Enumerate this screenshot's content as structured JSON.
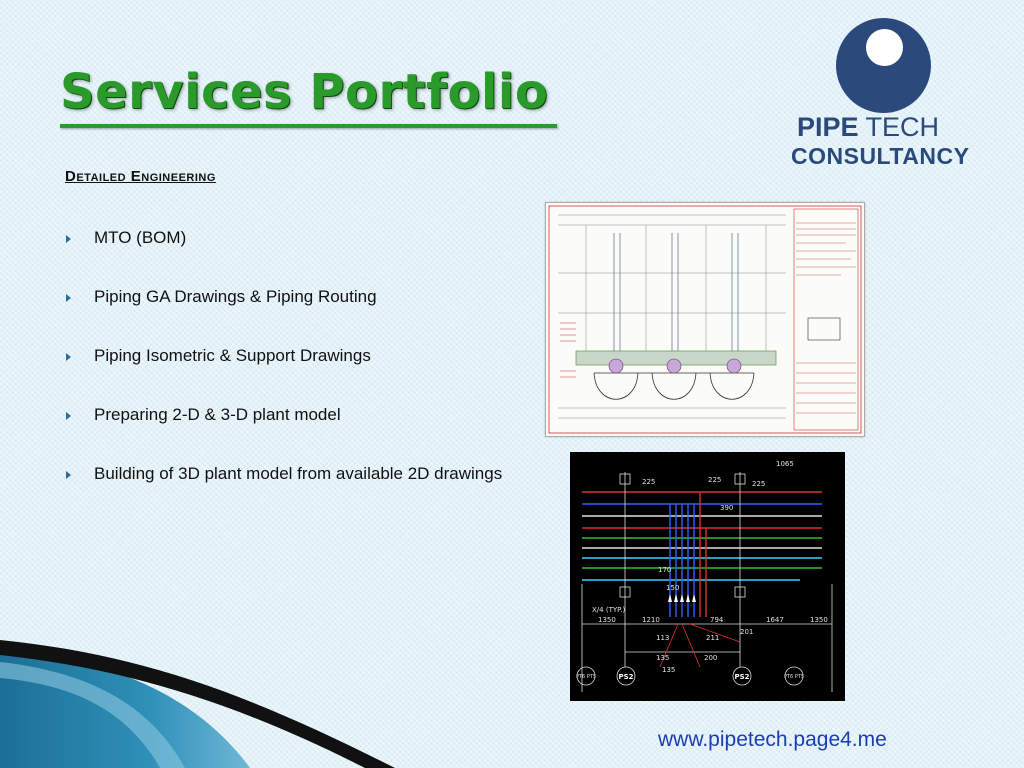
{
  "slide": {
    "title": "Services Portfolio",
    "subheading": "Detailed Engineering",
    "bullets": [
      "MTO (BOM)",
      "Piping GA Drawings & Piping Routing",
      "Piping Isometric & Support Drawings",
      "Preparing 2-D & 3-D plant model",
      "Building of 3D plant model from available 2D drawings"
    ],
    "website": "www.pipetech.page4.me"
  },
  "logo": {
    "word1": "PIPE",
    "word2": "TECH",
    "word3": "CONSULTANCY"
  },
  "drawing2": {
    "dimensions_top": [
      "225",
      "225",
      "225",
      "1065"
    ],
    "dimensions_side": [
      "390",
      "170",
      "150",
      "X/4 (TYP.)"
    ],
    "dimensions_bottom": [
      "1350",
      "1210",
      "794",
      "1647",
      "1350"
    ],
    "dimensions_lower": [
      "113",
      "211",
      "201",
      "135",
      "200",
      "135"
    ],
    "support_labels": [
      "PS2",
      "PS2"
    ],
    "tag_labels": [
      "PT6 PT5",
      "PT6 PT5"
    ]
  },
  "colors": {
    "title_green": "#2a9a2a",
    "logo_navy": "#2b4a7c",
    "link_blue": "#1a3eb0",
    "bullet_blue": "#2a6ea0"
  }
}
